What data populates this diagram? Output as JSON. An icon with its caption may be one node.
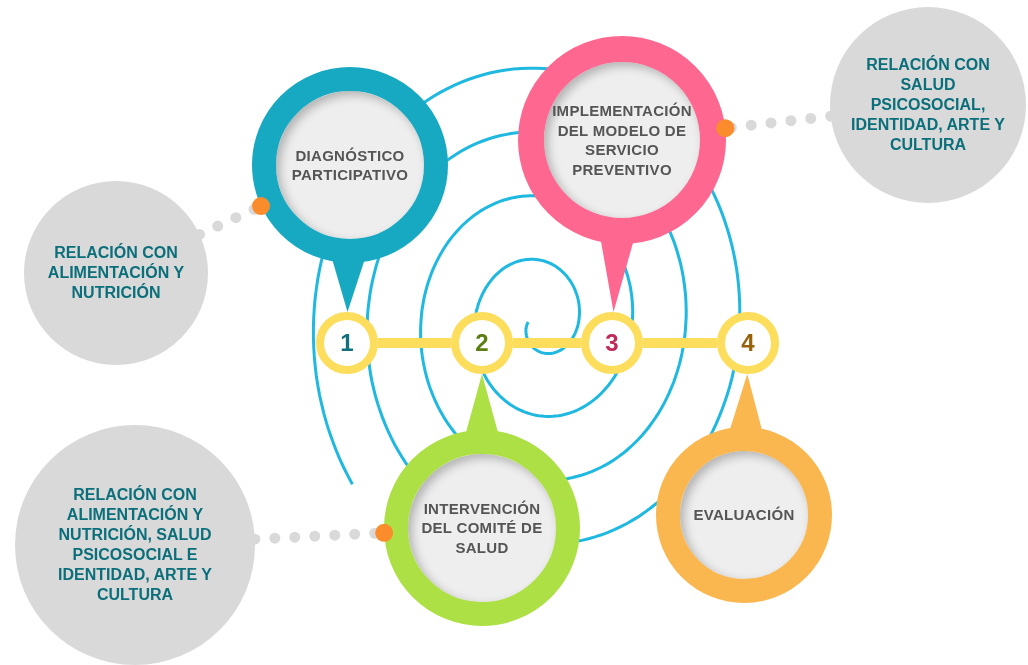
{
  "diagram": {
    "nodes": [
      {
        "text": [
          "1"
        ]
      },
      {
        "text": [
          "2"
        ]
      },
      {
        "text": [
          "3"
        ]
      },
      {
        "text": [
          "4"
        ]
      },
      {
        "text": [
          "DIAGNÓSTICO PARTICIPATIVO"
        ]
      },
      {
        "text": [
          "IMPLEMENTACIÓN DEL MODELO DE SERVICIO PREVENTIVO"
        ]
      },
      {
        "text": [
          "INTERVENCIÓN DEL COMITÉ DE SALUD"
        ]
      },
      {
        "text": [
          "EVALUACIÓN"
        ]
      },
      {
        "text": [
          "RELACIÓN CON ALIMENTACIÓN Y NUTRICIÓN"
        ]
      },
      {
        "text": [
          "RELACIÓN CON SALUD PSICOSOCIAL, IDENTIDAD, ARTE Y CULTURA"
        ]
      },
      {
        "text": [
          "RELACIÓN CON ALIMENTACIÓN Y NUTRICIÓN, SALUD PSICOSOCIAL E IDENTIDAD, ARTE Y CULTURA"
        ]
      }
    ],
    "edges": [
      {
        "from": 0,
        "to": 1,
        "arrow": "none",
        "color": "#fddd5c"
      },
      {
        "from": 1,
        "to": 2,
        "arrow": "none",
        "color": "#fddd5c"
      },
      {
        "from": 2,
        "to": 3,
        "arrow": "none",
        "color": "#fddd5c"
      },
      {
        "from": 4,
        "to": 0,
        "arrow": "to",
        "color": "#16a9c1"
      },
      {
        "from": 5,
        "to": 2,
        "arrow": "to",
        "color": "#fd6790"
      },
      {
        "from": 6,
        "to": 1,
        "arrow": "to",
        "color": "#ade044"
      },
      {
        "from": 7,
        "to": 3,
        "arrow": "to",
        "color": "#fbb74f"
      },
      {
        "from": 8,
        "to": 4,
        "arrow": "other",
        "style": "dashed",
        "color": "#d9d9d9"
      },
      {
        "from": 9,
        "to": 5,
        "arrow": "other",
        "style": "dashed",
        "color": "#d9d9d9"
      },
      {
        "from": 10,
        "to": 6,
        "arrow": "other",
        "style": "dashed",
        "color": "#d9d9d9"
      }
    ]
  }
}
